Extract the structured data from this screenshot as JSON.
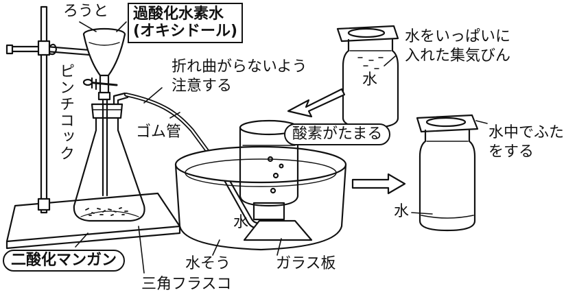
{
  "labels": {
    "funnel": "ろうと",
    "hydrogen_peroxide_line1": "過酸化水素水",
    "hydrogen_peroxide_line2": "(オキシドール)",
    "pinchcock": "ピンチコック",
    "no_bend_line1": "折れ曲がらないよう",
    "no_bend_line2": "注意する",
    "rubber_tube": "ゴム管",
    "fill_jar_line1": "水をいっぱいに",
    "fill_jar_line2": "入れた集気びん",
    "jar_water": "水",
    "oxygen_collects": "酸素がたまる",
    "cover_line1": "水中でふた",
    "cover_line2": "をする",
    "water_right": "水",
    "trough_water": "水",
    "trough": "水そう",
    "glass_plate": "ガラス板",
    "manganese_dioxide": "二酸化マンガン",
    "flask": "三角フラスコ"
  },
  "colors": {
    "line": "#111111",
    "background": "#ffffff"
  }
}
